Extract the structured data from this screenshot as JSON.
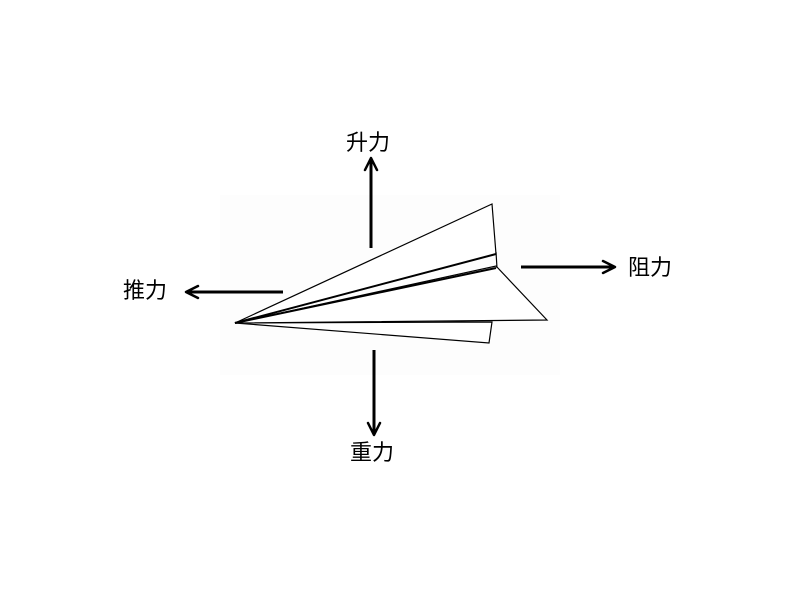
{
  "forces": {
    "lift": "升力",
    "drag": "阻力",
    "thrust": "推力",
    "gravity": "重力"
  }
}
